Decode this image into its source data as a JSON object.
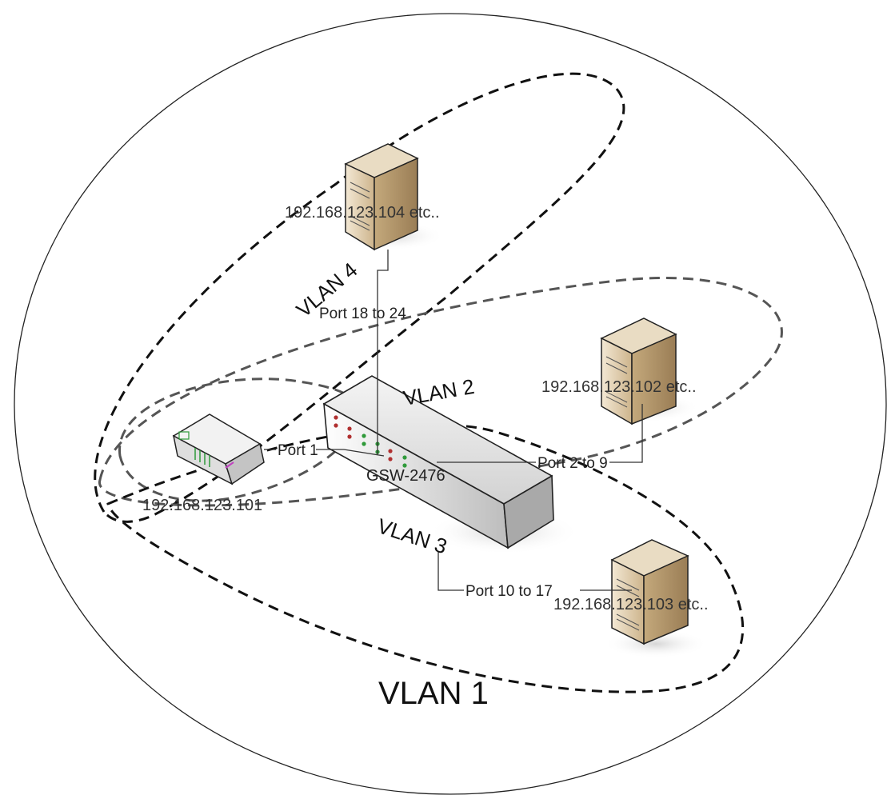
{
  "diagram": {
    "vlans": [
      {
        "id": "vlan1",
        "label": "VLAN 1"
      },
      {
        "id": "vlan2",
        "label": "VLAN 2"
      },
      {
        "id": "vlan3",
        "label": "VLAN 3"
      },
      {
        "id": "vlan4",
        "label": "VLAN 4"
      }
    ],
    "switch": {
      "model": "GSW-2476"
    },
    "devices": {
      "modem_ip": "192.168.123.101",
      "server_vlan2_ip": "192.168.123.102 etc..",
      "server_vlan3_ip": "192.168.123.103 etc..",
      "server_vlan4_ip": "192.168.123.104 etc.."
    },
    "ports": {
      "port1": "Port 1",
      "vlan2": "Port 2 to 9",
      "vlan3": "Port 10 to 17",
      "vlan4": "Port 18 to 24"
    },
    "colors": {
      "server_front": "#dcc9a8",
      "server_side": "#b49a72",
      "switch_top": "#e6e6e6",
      "outline": "#111111"
    }
  }
}
